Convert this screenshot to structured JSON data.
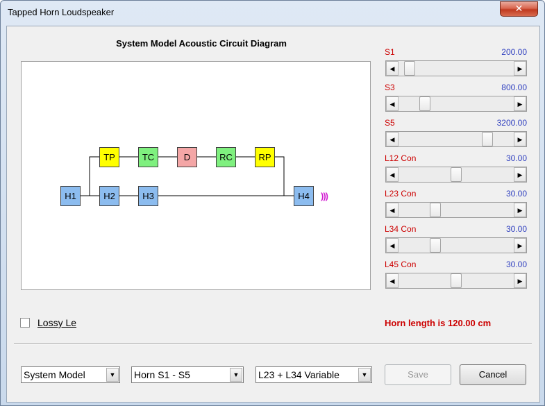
{
  "window": {
    "title": "Tapped Horn Loudspeaker",
    "close_glyph": "✕"
  },
  "diagram": {
    "title": "System Model Acoustic Circuit Diagram",
    "nodes": {
      "h1": "H1",
      "h2": "H2",
      "h3": "H3",
      "h4": "H4",
      "tp": "TP",
      "tc": "TC",
      "d": "D",
      "rc": "RC",
      "rp": "RP"
    },
    "sound_glyph": ")))",
    "colors": {
      "horn": "#8cbcef",
      "tp_rp": "#ffff00",
      "tc_rc": "#7ff07f",
      "driver": "#f4a6a6",
      "sound": "#d21ed2"
    }
  },
  "parameters": [
    {
      "label": "S1",
      "value": "200.00",
      "slider_fraction": 0.05
    },
    {
      "label": "S3",
      "value": "800.00",
      "slider_fraction": 0.2
    },
    {
      "label": "S5",
      "value": "3200.00",
      "slider_fraction": 0.8
    },
    {
      "label": "L12  Con",
      "value": "30.00",
      "slider_fraction": 0.5
    },
    {
      "label": "L23  Con",
      "value": "30.00",
      "slider_fraction": 0.3
    },
    {
      "label": "L34  Con",
      "value": "30.00",
      "slider_fraction": 0.3
    },
    {
      "label": "L45  Con",
      "value": "30.00",
      "slider_fraction": 0.5
    }
  ],
  "options": {
    "lossy_label": "Lossy Le",
    "lossy_checked": false
  },
  "status": {
    "horn_length": "Horn length is 120.00 cm"
  },
  "footer": {
    "model_select": "System Model",
    "horn_select": "Horn S1 - S5",
    "variable_select": "L23 + L34 Variable",
    "save_label": "Save",
    "cancel_label": "Cancel"
  },
  "icons": {
    "arrow_left": "◀",
    "arrow_right": "▶",
    "dropdown": "▼"
  }
}
